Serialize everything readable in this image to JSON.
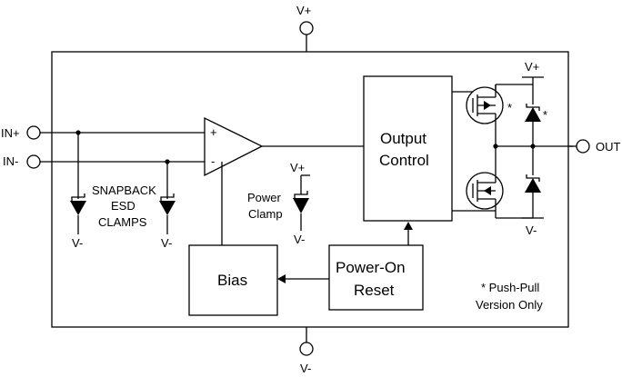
{
  "pins": {
    "vplus_top": "V+",
    "vminus_bottom": "V-",
    "in_plus": "IN+",
    "in_minus": "IN-",
    "out": "OUT"
  },
  "comparator": {
    "plus_sign": "+",
    "minus_sign": "-"
  },
  "esd": {
    "label": [
      "SNAPBACK",
      "ESD",
      "CLAMPS"
    ],
    "ground_1": "V-",
    "ground_2": "V-"
  },
  "power_clamp": {
    "label": [
      "Power",
      "Clamp"
    ],
    "supply": "V+",
    "ground": "V-"
  },
  "output_control": {
    "label": [
      "Output",
      "Control"
    ]
  },
  "power_on_reset": {
    "label": [
      "Power-On",
      "Reset"
    ]
  },
  "bias": {
    "label": "Bias"
  },
  "output_stage": {
    "supply": "V+",
    "ground": "V-",
    "asterisk_fet": "*",
    "asterisk_diode": "*"
  },
  "note": {
    "lines": [
      "* Push-Pull",
      "Version Only"
    ]
  }
}
